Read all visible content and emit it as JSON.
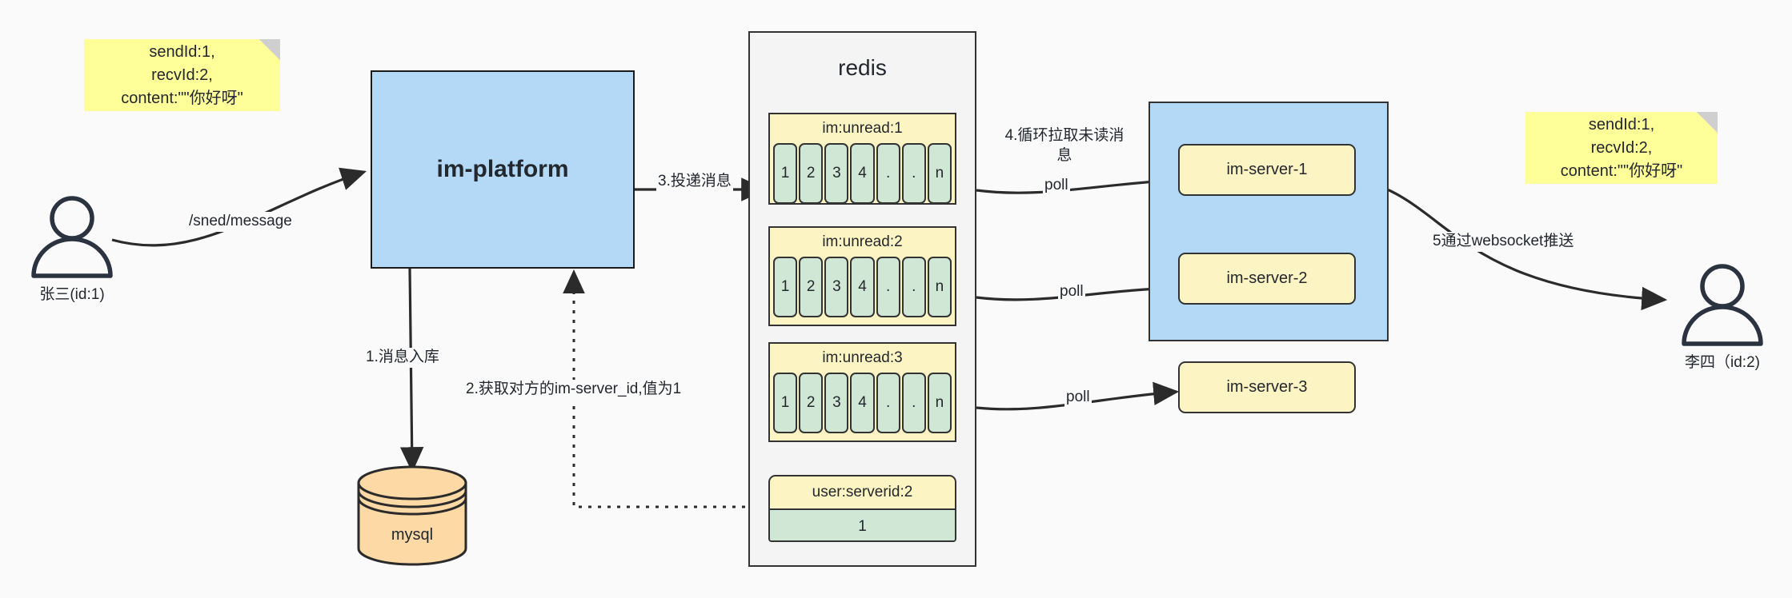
{
  "diagram": {
    "title": "IM message delivery architecture",
    "colors": {
      "background": "#fafafa",
      "sticky": "#ffff99",
      "blue_box": "#b3d9f7",
      "yellow_key": "#fdf4c3",
      "green_cell": "#cfe7d4",
      "mysql_orange": "#fcd9a5",
      "stroke": "#333333"
    }
  },
  "actors": {
    "sender": {
      "name": "张三(id:1)",
      "icon": "user-icon"
    },
    "receiver": {
      "name": "李四（id:2)",
      "icon": "user-icon"
    }
  },
  "sticky_notes": {
    "left": "sendId:1,\nrecvId:2,\ncontent:\"\"你好呀\"",
    "right": "sendId:1,\nrecvId:2,\ncontent:\"\"你好呀\""
  },
  "nodes": {
    "platform": {
      "label": "im-platform"
    },
    "mysql": {
      "label": "mysql"
    },
    "redis": {
      "title": "redis"
    },
    "servers": [
      {
        "label": "im-server-1"
      },
      {
        "label": "im-server-2"
      },
      {
        "label": "im-server-3"
      }
    ]
  },
  "redis_keys": [
    {
      "name": "im:unread:1",
      "cells": [
        "1",
        "2",
        "3",
        "4",
        ".",
        ".",
        "n"
      ]
    },
    {
      "name": "im:unread:2",
      "cells": [
        "1",
        "2",
        "3",
        "4",
        ".",
        ".",
        "n"
      ]
    },
    {
      "name": "im:unread:3",
      "cells": [
        "1",
        "2",
        "3",
        "4",
        ".",
        ".",
        "n"
      ]
    }
  ],
  "redis_kv": {
    "name": "user:serverid:2",
    "value": "1"
  },
  "edges": {
    "send_message": "/sned/message",
    "step1": "1.消息入库",
    "step2": "2.获取对方的im-server_id,值为1",
    "step3": "3.投递消息",
    "step4": "4.循环拉取未读消息",
    "poll1": "poll",
    "poll2": "poll",
    "poll3": "poll",
    "step5": "5通过websocket推送"
  }
}
